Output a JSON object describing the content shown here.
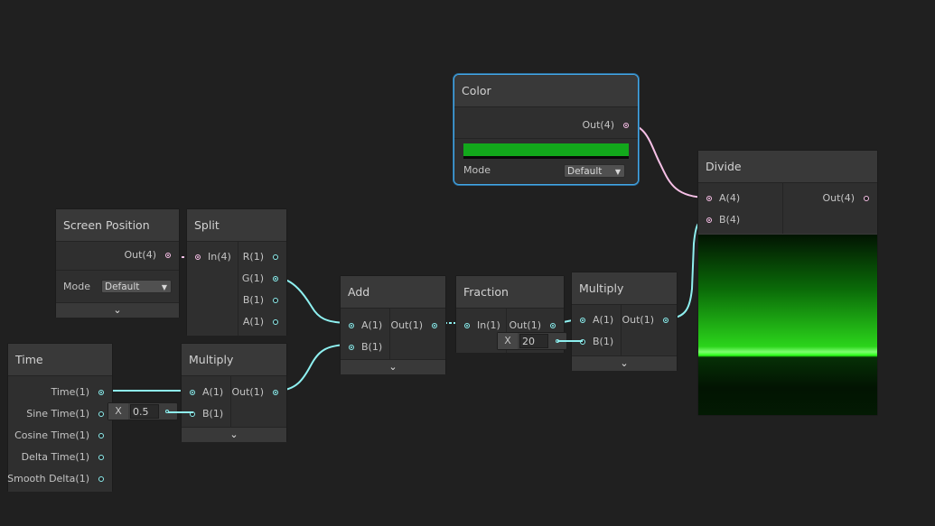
{
  "nodes": {
    "screen_position": {
      "title": "Screen Position",
      "out": "Out(4)",
      "mode_label": "Mode",
      "mode_value": "Default"
    },
    "split": {
      "title": "Split",
      "in": "In(4)",
      "outs": [
        "R(1)",
        "G(1)",
        "B(1)",
        "A(1)"
      ]
    },
    "time": {
      "title": "Time",
      "outs": [
        "Time(1)",
        "Sine Time(1)",
        "Cosine Time(1)",
        "Delta Time(1)",
        "Smooth Delta(1)"
      ]
    },
    "multiply_time": {
      "title": "Multiply",
      "in_a": "A(1)",
      "in_b": "B(1)",
      "out": "Out(1)",
      "b_field_label": "X",
      "b_field_value": "0.5"
    },
    "add": {
      "title": "Add",
      "in_a": "A(1)",
      "in_b": "B(1)",
      "out": "Out(1)"
    },
    "fraction": {
      "title": "Fraction",
      "in": "In(1)",
      "out": "Out(1)"
    },
    "multiply_frac": {
      "title": "Multiply",
      "in_a": "A(1)",
      "in_b": "B(1)",
      "out": "Out(1)",
      "b_field_label": "X",
      "b_field_value": "20"
    },
    "color": {
      "title": "Color",
      "out": "Out(4)",
      "swatch_color": "#12a81b",
      "mode_label": "Mode",
      "mode_value": "Default"
    },
    "divide": {
      "title": "Divide",
      "in_a": "A(4)",
      "in_b": "B(4)",
      "out": "Out(4)"
    }
  },
  "icons": {
    "collapse": "chevron-down-icon",
    "dropdown": "dropdown-arrow-icon"
  },
  "colors": {
    "background": "#202020",
    "wire_pink": "#f6c0e6",
    "wire_cyan": "#8ef0f0",
    "selection": "#44a8e8",
    "preview_green": "#22ff10"
  }
}
